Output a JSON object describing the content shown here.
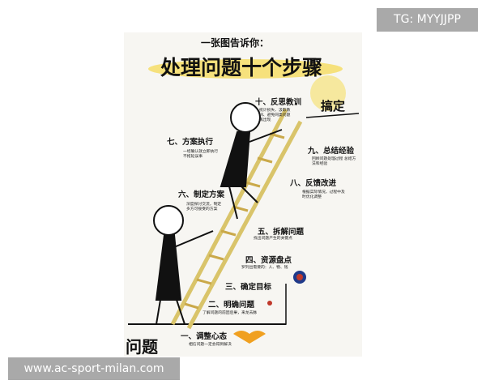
{
  "poster": {
    "subtitle": "一张图告诉你：",
    "title": "处理问题十个步骤",
    "done_label": "搞定",
    "problem_label": "问题",
    "steps": [
      {
        "title": "一、调整心态",
        "desc": "相信问题一定会得到解决"
      },
      {
        "title": "二、明确问题",
        "desc": "了解问题的前因后果，来龙去脉"
      },
      {
        "title": "三、确定目标",
        "desc": ""
      },
      {
        "title": "四、资源盘点",
        "desc": "罗列出需要的：人、物、钱"
      },
      {
        "title": "五、拆解问题",
        "desc": "找出问题产生的关键点"
      },
      {
        "title": "六、制定方案",
        "desc": "深度探讨交流，制定多方可接受的方案"
      },
      {
        "title": "七、方案执行",
        "desc": "一经确认就立即执行 不拖延误事"
      },
      {
        "title": "八、反馈改进",
        "desc": "根据实际情况，过程中及时优化调整"
      },
      {
        "title": "九、总结经验",
        "desc": "回顾问题处理过程 总结方法和经验"
      },
      {
        "title": "十、反思教训",
        "desc": "统计损失、汲取教训、避免同类问题再出现"
      }
    ],
    "colors": {
      "highlight": "#f5d94a",
      "ink": "#111111",
      "target": "#1f3a8a"
    }
  },
  "watermarks": {
    "top": "TG: MYYJJPP",
    "bottom": "www.ac-sport-milan.com"
  }
}
